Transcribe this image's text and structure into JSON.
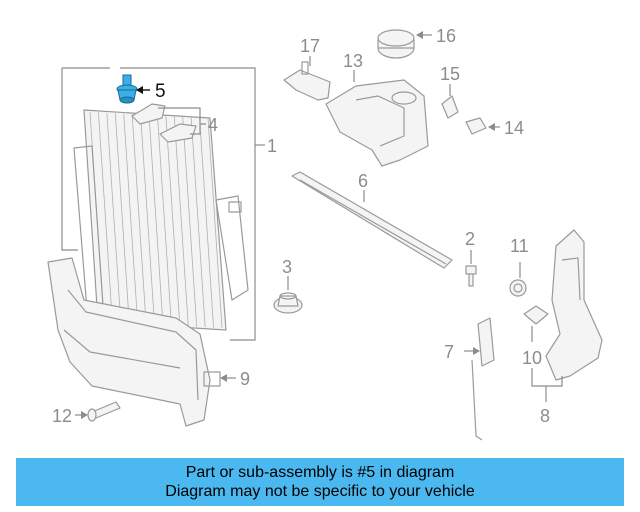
{
  "colors": {
    "banner_bg": "#4cb8f0",
    "highlight_part": "#3aaee6",
    "line_art": "#9a9a9a",
    "callout_text": "#8c8c8c"
  },
  "callouts": {
    "c1": "1",
    "c2": "2",
    "c3": "3",
    "c4": "4",
    "c5": "5",
    "c6": "6",
    "c7": "7",
    "c8": "8",
    "c9": "9",
    "c10": "10",
    "c11": "11",
    "c12": "12",
    "c13": "13",
    "c14": "14",
    "c15": "15",
    "c16": "16",
    "c17": "17"
  },
  "highlighted_part": "5",
  "banner": {
    "line1": "Part or sub-assembly is #5 in diagram",
    "line2": "Diagram may not be specific to your vehicle"
  }
}
